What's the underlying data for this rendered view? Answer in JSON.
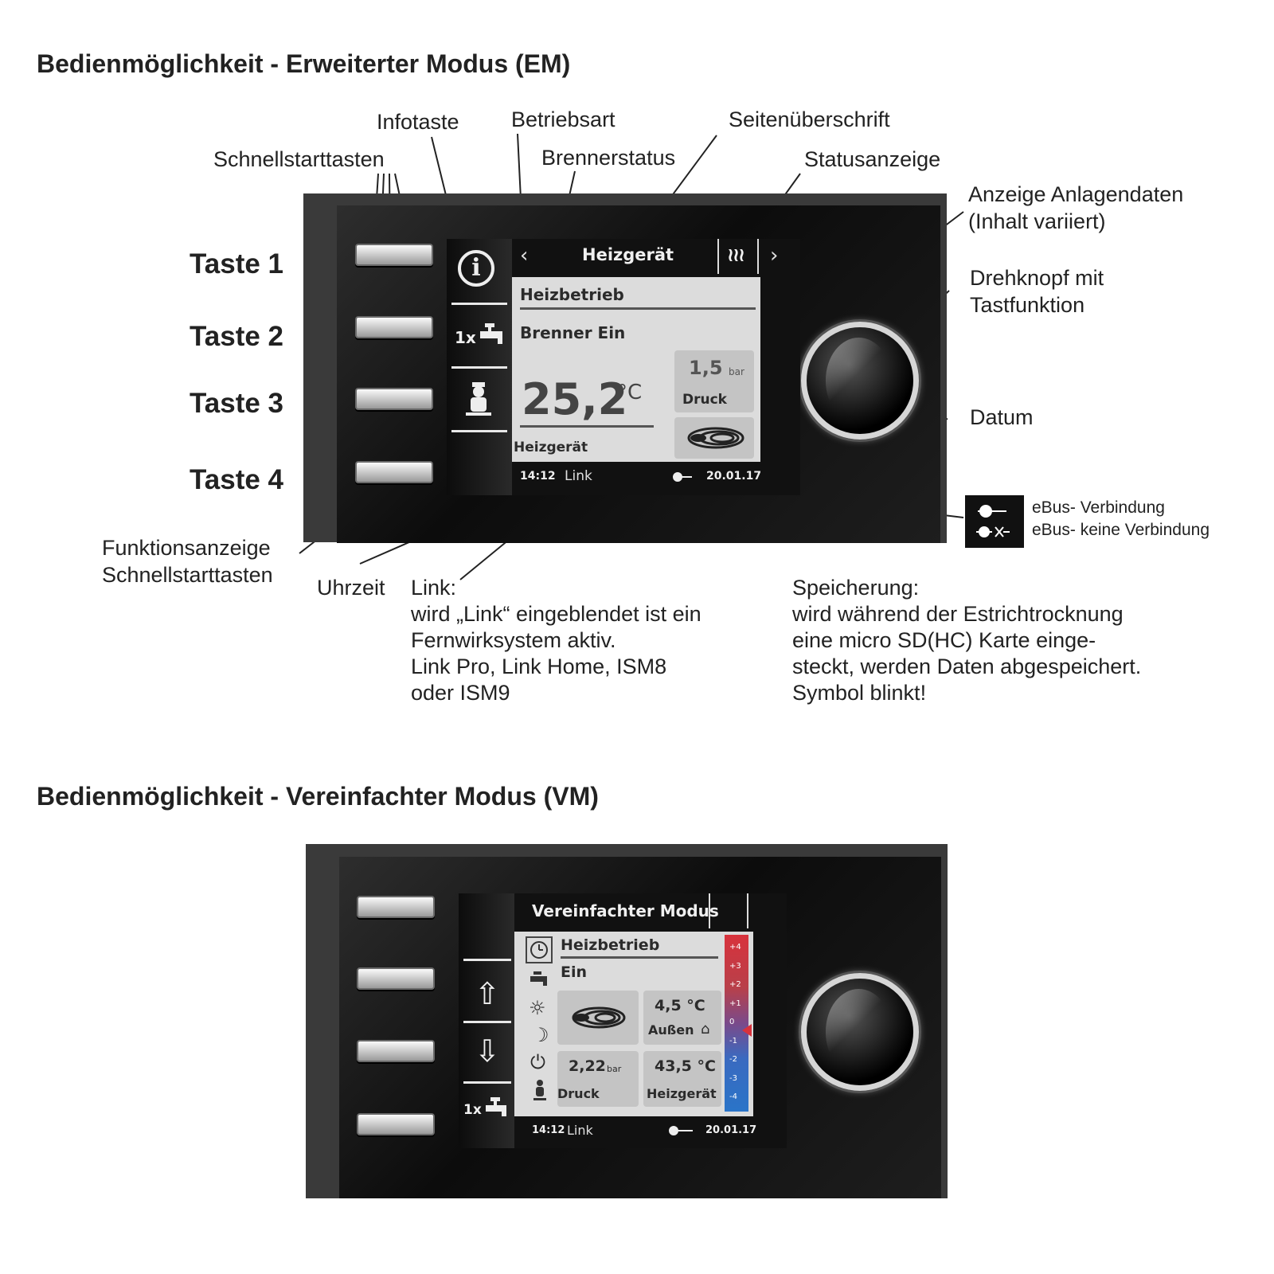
{
  "section_em": {
    "title": "Bedienmöglichkeit - Erweiterter Modus (EM)",
    "labels": {
      "infotaste": "Infotaste",
      "betriebsart": "Betriebsart",
      "seitenueberschrift": "Seitenüberschrift",
      "schnellstarttasten": "Schnellstarttasten",
      "brennerstatus": "Brennerstatus",
      "statusanzeige": "Statusanzeige",
      "anzeige_anlagendaten_1": "Anzeige Anlagendaten",
      "anzeige_anlagendaten_2": "(Inhalt variiert)",
      "drehknopf_1": "Drehknopf mit",
      "drehknopf_2": "Tastfunktion",
      "datum": "Datum",
      "funktionsanzeige_1": "Funktionsanzeige",
      "funktionsanzeige_2": "Schnellstarttasten",
      "uhrzeit": "Uhrzeit",
      "ebus_ok": "eBus- Verbindung",
      "ebus_none": "eBus- keine Verbindung"
    },
    "tasten": [
      "Taste 1",
      "Taste 2",
      "Taste 3",
      "Taste 4"
    ],
    "link_note": [
      "Link:",
      "wird „Link“ eingeblendet ist ein",
      "Fernwirksystem aktiv.",
      "Link Pro, Link Home, ISM8",
      "oder ISM9"
    ],
    "speicher_note": [
      "Speicherung:",
      "wird während der Estrichtrocknung",
      "eine micro SD(HC) Karte einge-",
      "steckt, werden Daten abgespeichert.",
      "Symbol blinkt!"
    ],
    "screen": {
      "header": "Heizgerät",
      "nav_left": "‹",
      "nav_right": "›",
      "status_glyph": "≀≀≀",
      "mode": "Heizbetrieb",
      "burner": "Brenner Ein",
      "temperature": "25,2",
      "temp_unit": "°C",
      "temp_label": "Heizgerät",
      "pressure": "1,5",
      "pressure_unit": "bar",
      "pressure_label": "Druck",
      "quick_1x": "1x",
      "time": "14:12",
      "link": "Link",
      "date": "20.01.17"
    }
  },
  "section_vm": {
    "title": "Bedienmöglichkeit - Vereinfachter Modus (VM)",
    "screen": {
      "header": "Vereinfachter Modus",
      "mode": "Heizbetrieb",
      "state": "Ein",
      "outside_temp": "4,5 °C",
      "outside_label": "Außen",
      "pressure": "2,22",
      "pressure_unit": "bar",
      "pressure_label": "Druck",
      "boiler_temp": "43,5 °C",
      "boiler_label": "Heizgerät",
      "quick_1x": "1x",
      "time": "14:12",
      "link": "Link",
      "date": "20.01.17",
      "scale": [
        "+4",
        "+3",
        "+2",
        "+1",
        "0",
        "-1",
        "-2",
        "-3",
        "-4"
      ]
    }
  },
  "colors": {
    "device": "#141414",
    "screen_bg": "#dcdcdc",
    "scale_top": "#d8323c",
    "scale_bottom": "#2a74c8",
    "marker": "#d8323c"
  },
  "icons": [
    "info-icon",
    "tap-icon",
    "chimney-sweep-icon",
    "flame-icon",
    "clock-icon",
    "sun-icon",
    "moon-icon",
    "power-icon",
    "arrow-up-icon",
    "arrow-down-icon",
    "plug-icon",
    "plug-disconnected-icon",
    "heating-status-icon"
  ]
}
